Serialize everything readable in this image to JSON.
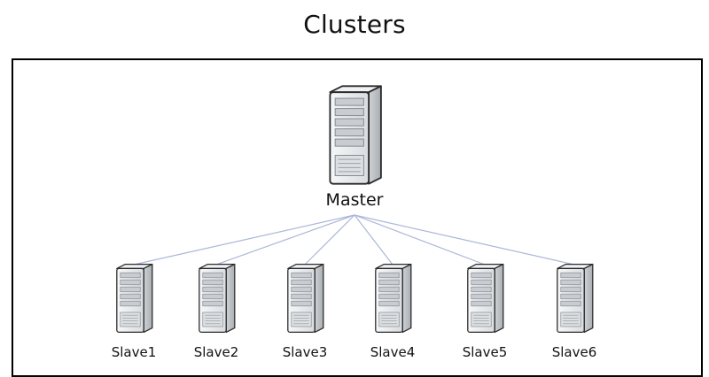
{
  "title": "Clusters",
  "master": {
    "label": "Master",
    "icon": "server-tower-icon"
  },
  "slaves": [
    {
      "label": "Slave1",
      "icon": "server-tower-icon"
    },
    {
      "label": "Slave2",
      "icon": "server-tower-icon"
    },
    {
      "label": "Slave3",
      "icon": "server-tower-icon"
    },
    {
      "label": "Slave4",
      "icon": "server-tower-icon"
    },
    {
      "label": "Slave5",
      "icon": "server-tower-icon"
    },
    {
      "label": "Slave6",
      "icon": "server-tower-icon"
    }
  ],
  "colors": {
    "connector": "#aab7d8",
    "server_face": "#eceff1",
    "server_side": "#c6cbcf",
    "server_outline": "#2b2b2b"
  }
}
